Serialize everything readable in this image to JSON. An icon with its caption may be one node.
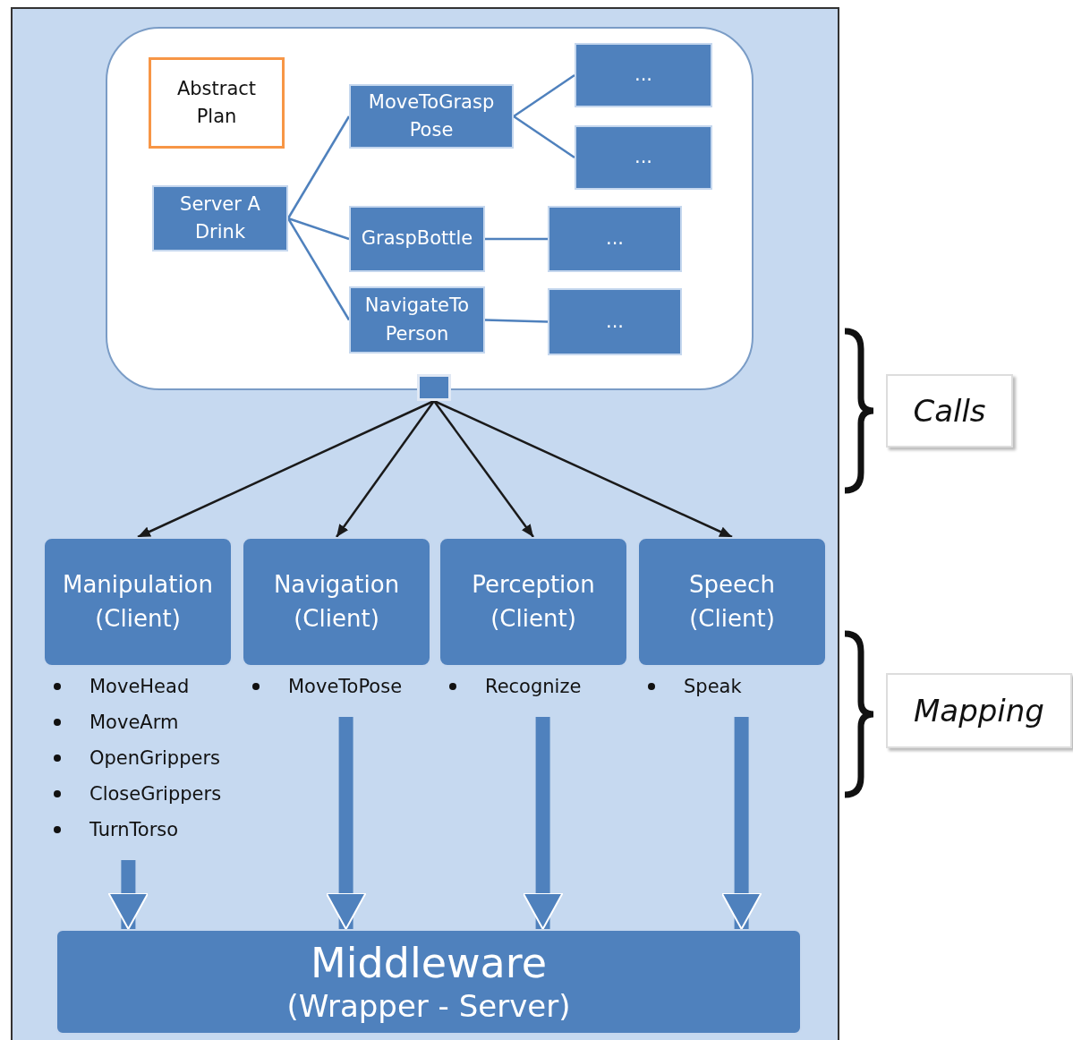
{
  "diagram": {
    "nodes": [
      {
        "text": [
          "Abstract Plan"
        ]
      },
      {
        "text": [
          "Server A Drink"
        ]
      },
      {
        "text": [
          "MoveToGrasp Pose"
        ]
      },
      {
        "text": [
          "..."
        ]
      },
      {
        "text": [
          "..."
        ]
      },
      {
        "text": [
          "GraspBottle"
        ]
      },
      {
        "text": [
          "..."
        ]
      },
      {
        "text": [
          "NavigateTo Person"
        ]
      },
      {
        "text": [
          "..."
        ]
      },
      {
        "text": [],
        "shape": "box"
      },
      {
        "text": [
          "Manipulation (Client)"
        ],
        "beside": [
          "MoveHead",
          "MoveArm",
          "OpenGrippers",
          "CloseGrippers",
          "TurnTorso"
        ]
      },
      {
        "text": [
          "Navigation (Client)"
        ],
        "beside": [
          "MoveToPose"
        ]
      },
      {
        "text": [
          "Perception (Client)"
        ],
        "beside": [
          "Recognize"
        ]
      },
      {
        "text": [
          "Speech (Client)"
        ],
        "beside": [
          "Speak"
        ]
      },
      {
        "text": [
          "Middleware",
          "(Wrapper - Server)"
        ]
      },
      {
        "text": [
          "Calls"
        ]
      },
      {
        "text": [
          "Mapping"
        ]
      }
    ],
    "edges": [
      {
        "from": 1,
        "to": 2,
        "arrow": "none"
      },
      {
        "from": 1,
        "to": 5,
        "arrow": "none"
      },
      {
        "from": 1,
        "to": 7,
        "arrow": "none"
      },
      {
        "from": 2,
        "to": 3,
        "arrow": "none"
      },
      {
        "from": 2,
        "to": 4,
        "arrow": "none"
      },
      {
        "from": 5,
        "to": 6,
        "arrow": "none"
      },
      {
        "from": 7,
        "to": 8,
        "arrow": "none"
      },
      {
        "from": 9,
        "to": 10,
        "arrow": "to",
        "color": "#1a1a1a"
      },
      {
        "from": 9,
        "to": 11,
        "arrow": "to",
        "color": "#1a1a1a"
      },
      {
        "from": 9,
        "to": 12,
        "arrow": "to",
        "color": "#1a1a1a"
      },
      {
        "from": 9,
        "to": 13,
        "arrow": "to",
        "color": "#1a1a1a"
      },
      {
        "from": 10,
        "to": 14,
        "arrow": "to",
        "style": "thick"
      },
      {
        "from": 11,
        "to": 14,
        "arrow": "to",
        "style": "thick"
      },
      {
        "from": 12,
        "to": 14,
        "arrow": "to",
        "style": "thick"
      },
      {
        "from": 13,
        "to": 14,
        "arrow": "to",
        "style": "thick"
      }
    ]
  }
}
